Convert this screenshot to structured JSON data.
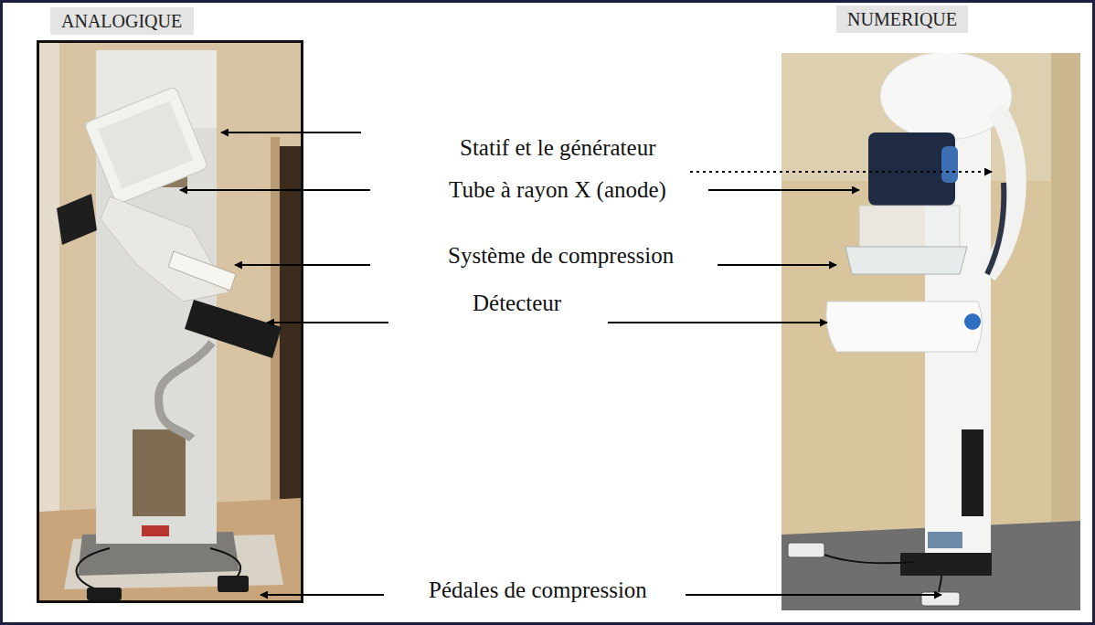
{
  "diagram": {
    "nodes": [
      {
        "text": [
          "ANALOGIQUE"
        ]
      },
      {
        "text": [
          "NUMERIQUE"
        ]
      }
    ],
    "labels": [
      "Statif et le générateur",
      "Tube à rayon X (anode)",
      "Système de compression",
      "Détecteur",
      "Pédales de compression"
    ]
  }
}
